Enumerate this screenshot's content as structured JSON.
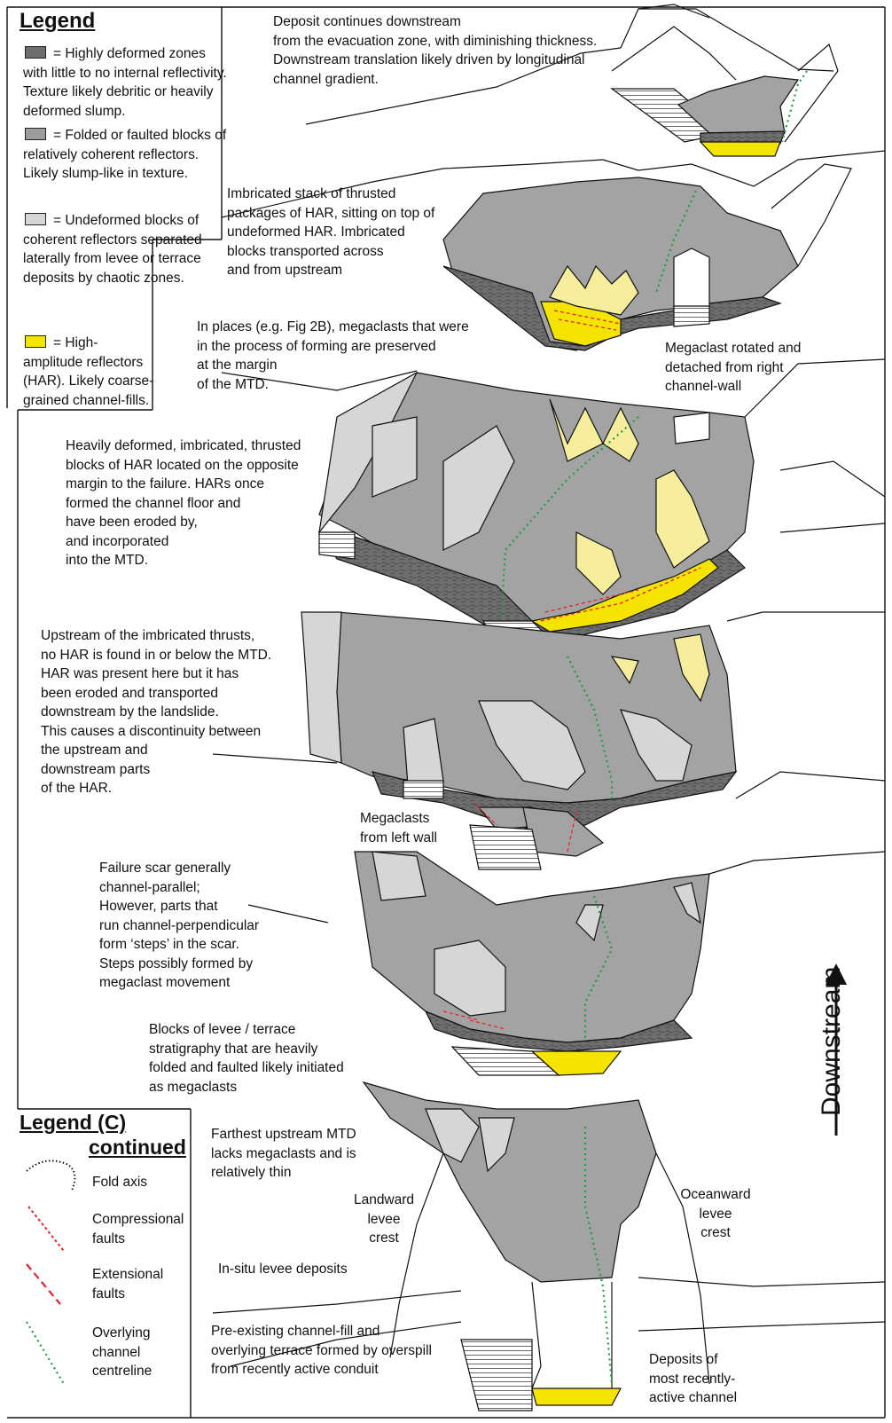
{
  "legend": {
    "title": "Legend",
    "items": [
      {
        "text": "= Highly deformed zones with little to no internal reflectivity. Texture likely debritic or heavily deformed slump.",
        "swatch": "#6e6e6e"
      },
      {
        "text": "= Folded or faulted blocks of relatively coherent reflectors. Likely slump-like in texture.",
        "swatch": "#9c9c9c"
      },
      {
        "text": "= Undeformed blocks of coherent reflectors separated laterally from levee or terrace deposits by chaotic zones.",
        "swatch": "#d6d6d6"
      },
      {
        "text": "= High-amplitude reflectors (HAR). Likely coarse-grained channel-fills.",
        "swatch": "#f4e400"
      }
    ]
  },
  "legend_c": {
    "title_line1": "Legend (C)",
    "title_line2": "continued",
    "items": [
      {
        "label": "Fold axis"
      },
      {
        "label": "Compressional\nfaults"
      },
      {
        "label": "Extensional\nfaults"
      },
      {
        "label": "Overlying\nchannel\ncentreline"
      }
    ]
  },
  "annotations": {
    "deposit_downstream": "Deposit continues downstream\nfrom the evacuation zone, with diminishing thickness.\nDownstream translation likely driven by longitudinal\nchannel gradient.",
    "imbricated_stack": "Imbricated stack of thrusted\npackages of HAR, sitting on top of\nundeformed HAR. Imbricated\nblocks transported across\nand from upstream",
    "in_places": "In places (e.g. Fig 2B), megaclasts that were\nin the process of forming are preserved\nat the margin\nof the MTD.",
    "megaclast_rotated": "Megaclast rotated and\ndetached from right\nchannel-wall",
    "heavily_deformed": "Heavily deformed, imbricated, thrusted\nblocks of HAR located on the opposite\nmargin to the failure. HARs once\nformed the channel floor and\nhave been eroded by,\nand incorporated\ninto the MTD.",
    "upstream_thrusts": "Upstream of the imbricated thrusts,\nno HAR is found in or below the MTD.\nHAR was present here but it has\nbeen eroded and transported\ndownstream by the landslide.\nThis causes a discontinuity between\nthe upstream and\ndownstream parts\nof the HAR.",
    "megaclasts_left": "Megaclasts\nfrom left wall",
    "failure_scar": "Failure scar generally\nchannel-parallel;\nHowever, parts that\nrun channel-perpendicular\nform ‘steps’ in the scar.\nSteps possibly formed by\nmegaclast movement",
    "blocks_levee": "Blocks of levee / terrace\nstratigraphy that are heavily\nfolded and faulted likely initiated\nas megaclasts",
    "farthest_upstream": "Farthest upstream MTD\nlacks megaclasts and is\nrelatively thin",
    "landward": "Landward\nlevee\ncrest",
    "oceanward": "Oceanward\nlevee\ncrest",
    "in_situ": "In-situ levee deposits",
    "pre_existing": "Pre-existing channel-fill and\noverlying terrace formed by overspill\nfrom recently active conduit",
    "deposits_recent": "Deposits of\nmost recently-\nactive channel",
    "downstream_arrow": "Downstream"
  },
  "colors": {
    "chaotic": "#6e6e6e",
    "slump": "#a3a3a3",
    "undeformed": "#d6d6d6",
    "har": "#f4e400",
    "har_pale": "#f6ee9c",
    "compressional": "#e0242b",
    "centreline": "#1e9b48"
  }
}
